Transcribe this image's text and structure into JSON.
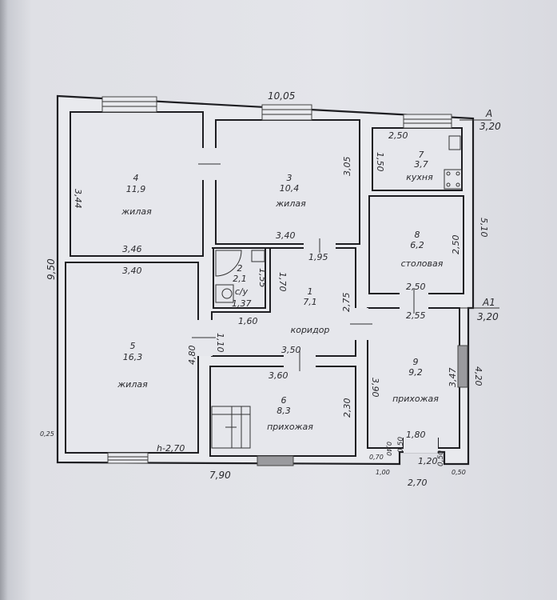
{
  "plan": {
    "overall": {
      "width_top": "10,05",
      "height_left": "9,50",
      "width_bottom": "7,90",
      "right_upper": "5,10",
      "right_lower": "4,20",
      "bottom_right": "2,70",
      "left_offset": "0,25",
      "ceiling_height": "h-2,70"
    },
    "axes": [
      {
        "name": "A",
        "value": "3,20"
      },
      {
        "name": "A1",
        "value": "3,20"
      }
    ],
    "rooms": [
      {
        "number": "1",
        "area": "7,1",
        "name": "коридор"
      },
      {
        "number": "2",
        "area": "2,1",
        "name": "с/у"
      },
      {
        "number": "3",
        "area": "10,4",
        "name": "жилая"
      },
      {
        "number": "4",
        "area": "11,9",
        "name": "жилая"
      },
      {
        "number": "5",
        "area": "16,3",
        "name": "жилая"
      },
      {
        "number": "6",
        "area": "8,3",
        "name": "прихожая"
      },
      {
        "number": "7",
        "area": "3,7",
        "name": "кухня"
      },
      {
        "number": "8",
        "area": "6,2",
        "name": "столовая"
      },
      {
        "number": "9",
        "area": "9,2",
        "name": "прихожая"
      }
    ],
    "dims": {
      "r4_h": "3,44",
      "r4_w": "3,46",
      "r3_w": "3,40",
      "r3_h": "3,05",
      "r7_w": "2,50",
      "r7_h": "1,50",
      "r8_h": "2,50",
      "r8_w": "2,50",
      "r5_w": "3,40",
      "r5_h": "4,80",
      "r2_h": "1,55",
      "r2_w": "1,37",
      "door_170": "1,70",
      "r1_w": "1,95",
      "r1_h": "2,75",
      "r1_b": "1,60",
      "r1_d": "1,10",
      "r1_bot": "3,50",
      "r9_top": "2,55",
      "r9_h": "3,90",
      "r9_win": "3,47",
      "r9_b": "1,80",
      "r6_w": "3,60",
      "r6_h": "2,30",
      "p_070": "0,70",
      "p_040": "0,40",
      "p_100": "1,00",
      "p_050a": "0,50",
      "p_120": "1,20",
      "p_050b": "0,50",
      "p_050c": "0,50"
    }
  }
}
